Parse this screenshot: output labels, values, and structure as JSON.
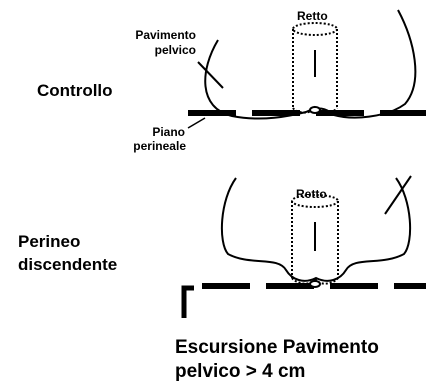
{
  "top_panel": {
    "state_label": "Controllo",
    "rectum_label": "Retto",
    "pelvic_floor_label_line1": "Pavimento",
    "pelvic_floor_label_line2": "pelvico",
    "perineal_plane_label_line1": "Piano",
    "perineal_plane_label_line2": "perineale"
  },
  "bottom_panel": {
    "state_label_line1": "Perineo",
    "state_label_line2": "discendente",
    "rectum_label": "Retto"
  },
  "caption": {
    "line1": "Escursione Pavimento",
    "line2": "pelvico > 4 cm"
  }
}
